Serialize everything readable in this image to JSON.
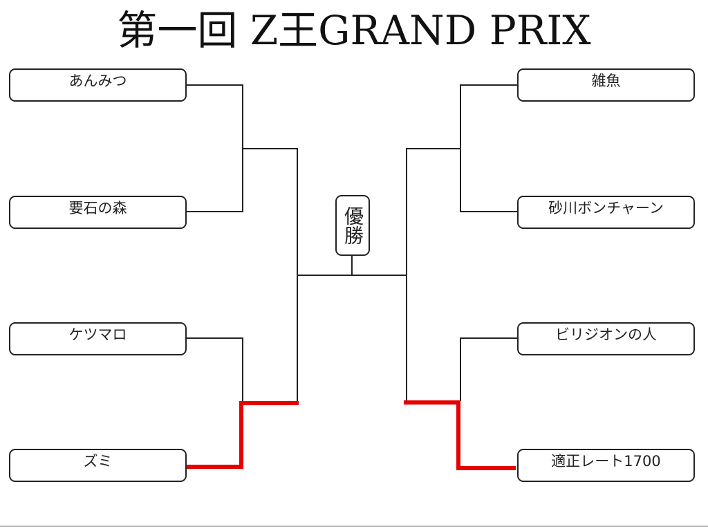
{
  "title": "第一回 Z王GRAND PRIX",
  "final_label": "優勝",
  "colors": {
    "line": "#222222",
    "winner_path": "#e60000"
  },
  "left_entries": [
    {
      "name": "あんみつ"
    },
    {
      "name": "要石の森"
    },
    {
      "name": "ケツマロ"
    },
    {
      "name": "ズミ"
    }
  ],
  "right_entries": [
    {
      "name": "雑魚"
    },
    {
      "name": "砂川ボンチャーン"
    },
    {
      "name": "ビリジオンの人"
    },
    {
      "name": "適正レート1700"
    }
  ],
  "results": {
    "left_semifinal_winner": "ズミ",
    "right_semifinal_winner": "適正レート1700"
  }
}
